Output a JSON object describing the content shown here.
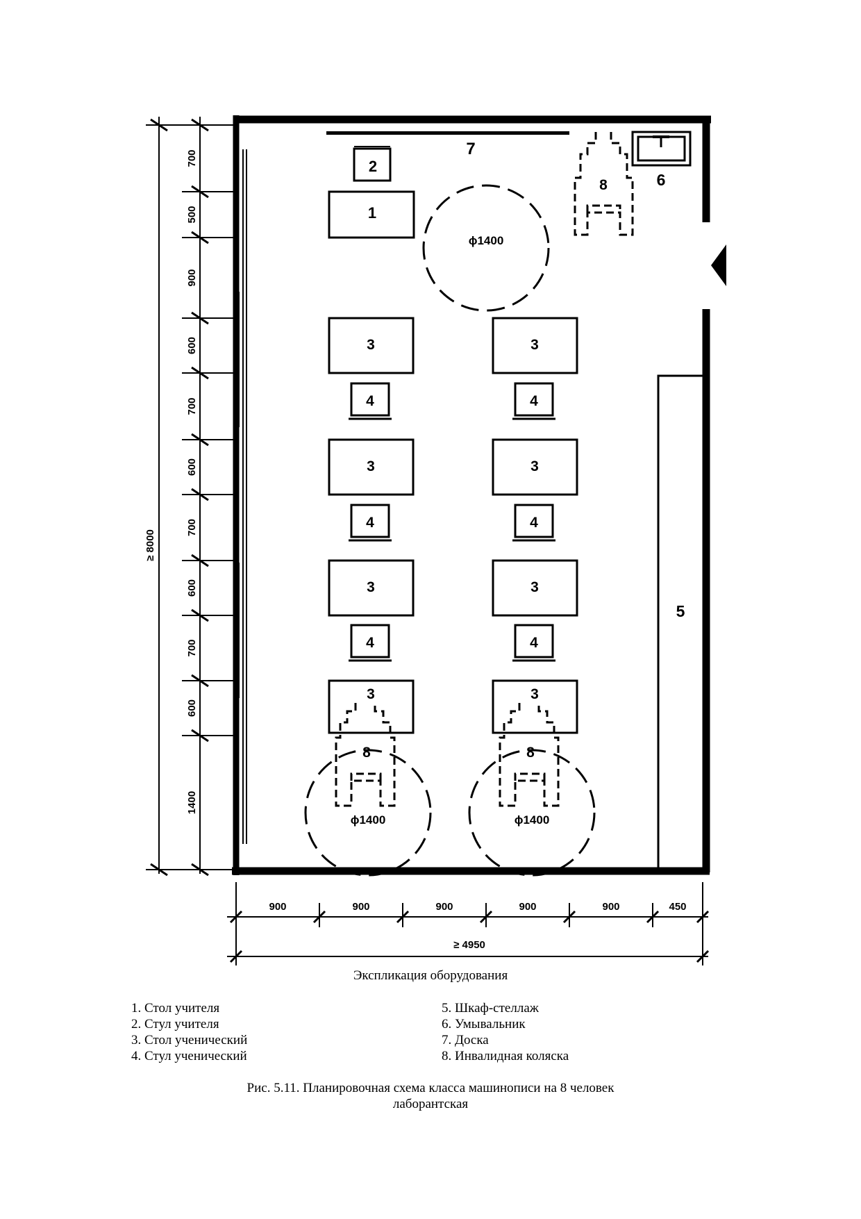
{
  "plan": {
    "room_labels": {
      "teacher_desk": "1",
      "teacher_chair": "2",
      "student_desk": "3",
      "student_chair": "4",
      "cabinet": "5",
      "sink": "6",
      "board": "7",
      "wheelchair": "8"
    },
    "turn_circle": "ϕ1400",
    "left_dims": [
      "700",
      "500",
      "900",
      "600",
      "700",
      "600",
      "700",
      "600",
      "700",
      "600",
      "1400"
    ],
    "total_height": "≥ 8000",
    "bottom_dims": [
      "900",
      "900",
      "900",
      "900",
      "900",
      "450"
    ],
    "total_width": "≥ 4950"
  },
  "legend_title": "Экспликация оборудования",
  "legend": {
    "left": [
      "1. Стол учителя",
      "2. Стул учителя",
      "3. Стол ученический",
      "4. Стул ученический"
    ],
    "right": [
      "5. Шкаф-стеллаж",
      "6. Умывальник",
      "7. Доска",
      "8. Инвалидная коляска"
    ]
  },
  "caption": {
    "line1": "Рис. 5.11. Планировочная схема класса машинописи на 8 человек",
    "line2": "лаборантская"
  }
}
